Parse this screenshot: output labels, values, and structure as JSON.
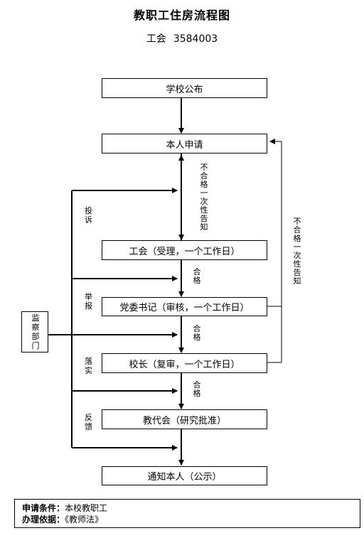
{
  "header": {
    "title": "教职工住房流程图",
    "contact_label": "工会",
    "contact_number": "3584003"
  },
  "nodes": {
    "publish": "学校公布",
    "apply": "本人申请",
    "union": "工会（受理，一个工作日）",
    "party": "党委书记（审核，一个工作日）",
    "principal": "校长（复审，一个工作日）",
    "congress": "教代会（研究批准）",
    "notify": "通知本人（公示）"
  },
  "edge_labels": {
    "reject_once_left": "不合格一次性告知",
    "reject_once_right": "不合格一次性告知",
    "pass_1": "合格",
    "pass_2": "合格",
    "pass_3": "合格"
  },
  "side_labels": {
    "complaint": "投诉",
    "report": "举报",
    "implement": "落实",
    "feedback": "反馈"
  },
  "monitor": {
    "label": "监察部门"
  },
  "footer": {
    "conditions_key": "申请条件：",
    "conditions_value": "本校教职工",
    "basis_key": "办理依据：",
    "basis_value": "《教师法》"
  }
}
